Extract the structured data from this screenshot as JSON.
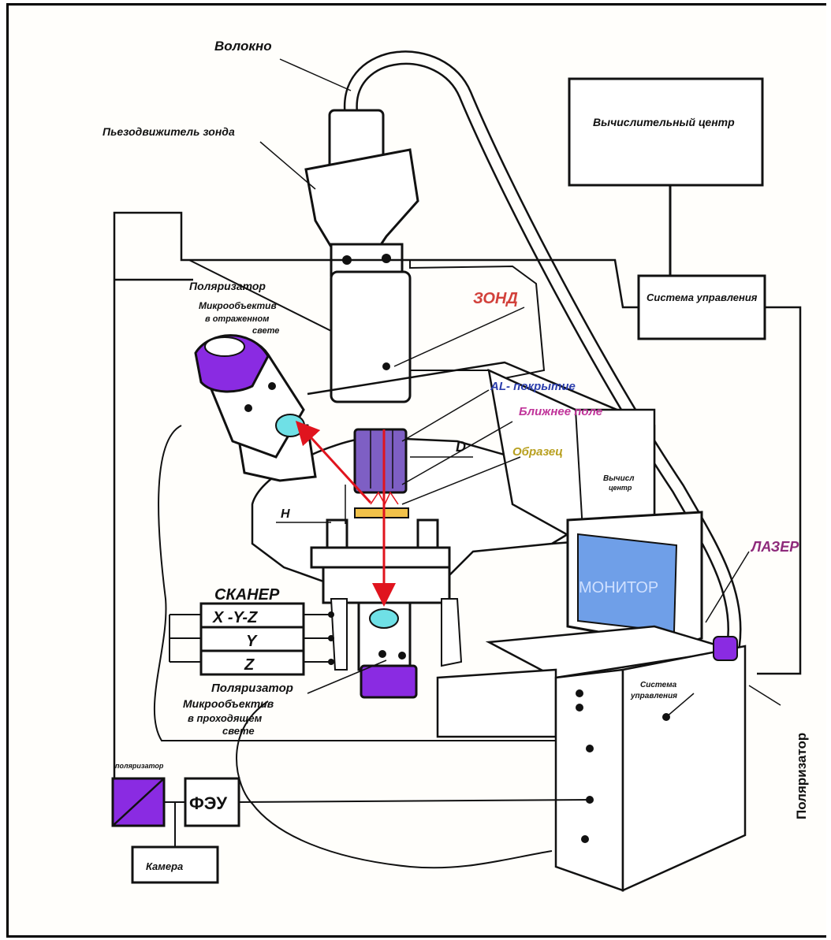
{
  "labels": {
    "fiber": "Волокно",
    "probe_piezo": "Пьезодвижитель зонда",
    "computing_center": "Вычислительный центр",
    "control_system_top": "Система управления",
    "polarizer_top": "Поляризатор",
    "objective_reflected_1": "Микрообъектив",
    "objective_reflected_2": "в отраженном",
    "objective_reflected_3": "свете",
    "probe": "ЗОНД",
    "al_coating": "AL- покрытие",
    "near_field": "Ближнее поле",
    "sample": "Образец",
    "d_label": "D",
    "h_label": "H",
    "comp_center_small_1": "Вычисл",
    "comp_center_small_2": "центр",
    "monitor": "МОНИТОР",
    "laser": "ЛАЗЕР",
    "scanner": "СКАНЕР",
    "scanner_xyz": "X -Y-Z",
    "scanner_y": "Y",
    "scanner_z": "Z",
    "polarizer_bottom": "Поляризатор",
    "objective_transmitted_1": "Микрообъектив",
    "objective_transmitted_2": "в проходящем",
    "objective_transmitted_3": "свете",
    "control_system_cabinet_1": "Система",
    "control_system_cabinet_2": "управления",
    "polarizer_vertical": "Поляризатор",
    "polarizer_small": "поляризатор",
    "pmt": "ФЭУ",
    "camera": "Камера"
  },
  "colors": {
    "purple": "#8a2be2",
    "cyan": "#6fe0e6",
    "red_arrow": "#e0141e",
    "monitor_screen": "#6f9fe8",
    "al_coating_text": "#2c3fae",
    "near_field_text": "#c0349a",
    "sample_text": "#b8a020",
    "probe_text": "#d2413b",
    "laser_text": "#8e2a7b"
  }
}
